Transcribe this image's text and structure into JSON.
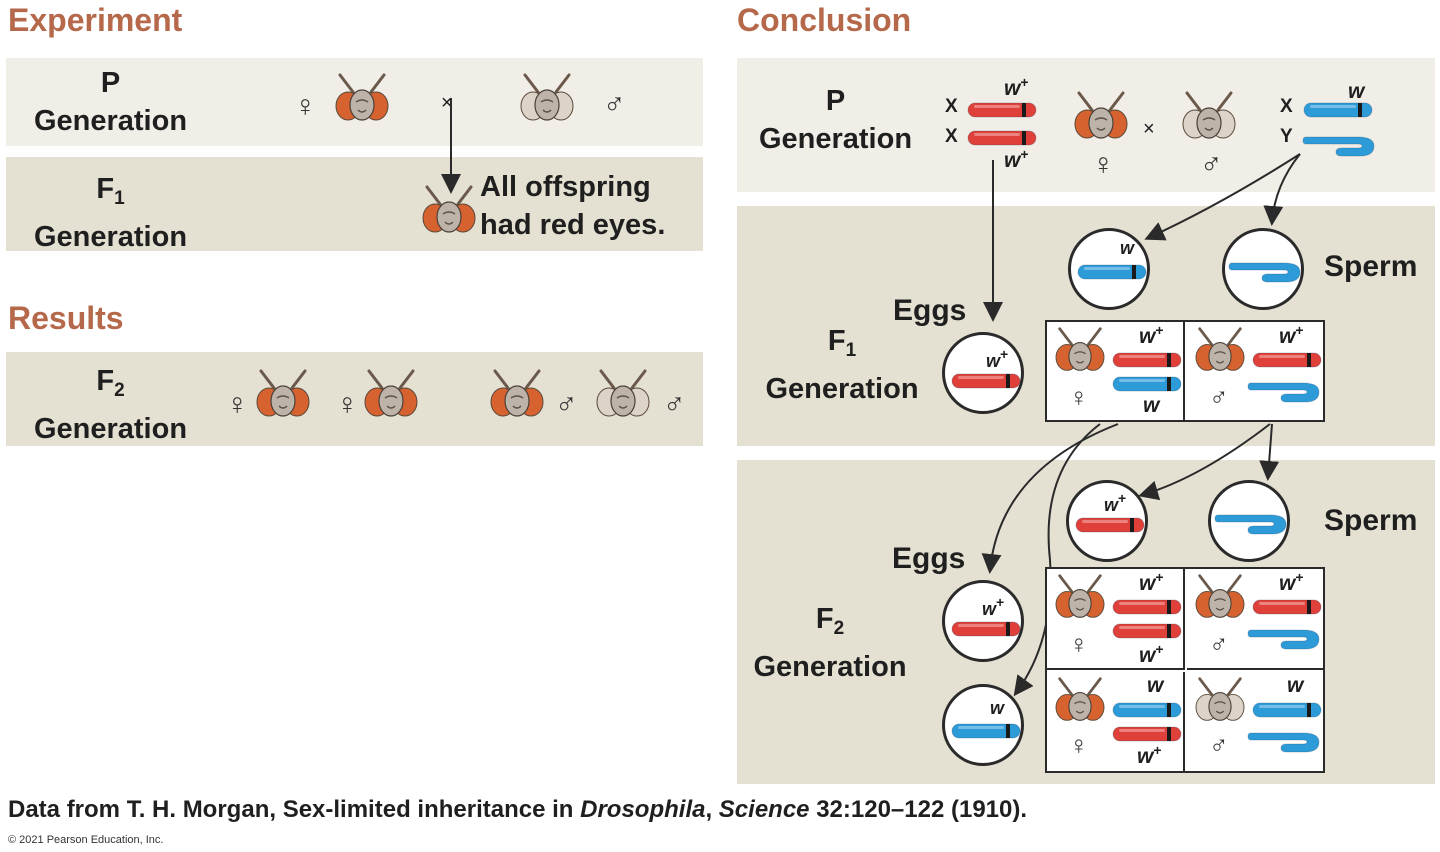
{
  "experiment": {
    "heading": "Experiment",
    "p_generation": {
      "line1": "P",
      "line2": "Generation",
      "female_symbol": "♀",
      "cross": "×",
      "male_symbol": "♂"
    },
    "f1_generation": {
      "line1": "F",
      "sub": "1",
      "line2": "Generation",
      "result_line1": "All offspring",
      "result_line2": "had red eyes."
    }
  },
  "results": {
    "heading": "Results",
    "f2_generation": {
      "line1": "F",
      "sub": "2",
      "line2": "Generation",
      "female_symbol": "♀",
      "male_symbol": "♂"
    }
  },
  "conclusion": {
    "heading": "Conclusion",
    "p_generation": {
      "line1": "P",
      "line2": "Generation",
      "x_label": "X",
      "y_label": "Y",
      "allele_wplus": "w",
      "plus": "+",
      "allele_w": "w",
      "female_symbol": "♀",
      "cross": "×",
      "male_symbol": "♂"
    },
    "sperm_label": "Sperm",
    "eggs_label": "Eggs",
    "f1_generation": {
      "line1": "F",
      "sub": "1",
      "line2": "Generation"
    },
    "f2_generation": {
      "line1": "F",
      "sub": "2",
      "line2": "Generation"
    }
  },
  "colors": {
    "red_eye": "#d5622f",
    "white_eye": "#dcd3c9",
    "x_chromosome_red": "#e0403a",
    "x_chromosome_blue": "#2d9bd8",
    "heading": "#b5684a"
  },
  "credit": {
    "prefix": "Data from T. H. Morgan, Sex-limited inheritance in ",
    "italic1": "Drosophila",
    "middle": ", ",
    "italic2": "Science",
    "suffix": " 32:120–122 (1910).",
    "copyright": "© 2021 Pearson Education, Inc."
  }
}
